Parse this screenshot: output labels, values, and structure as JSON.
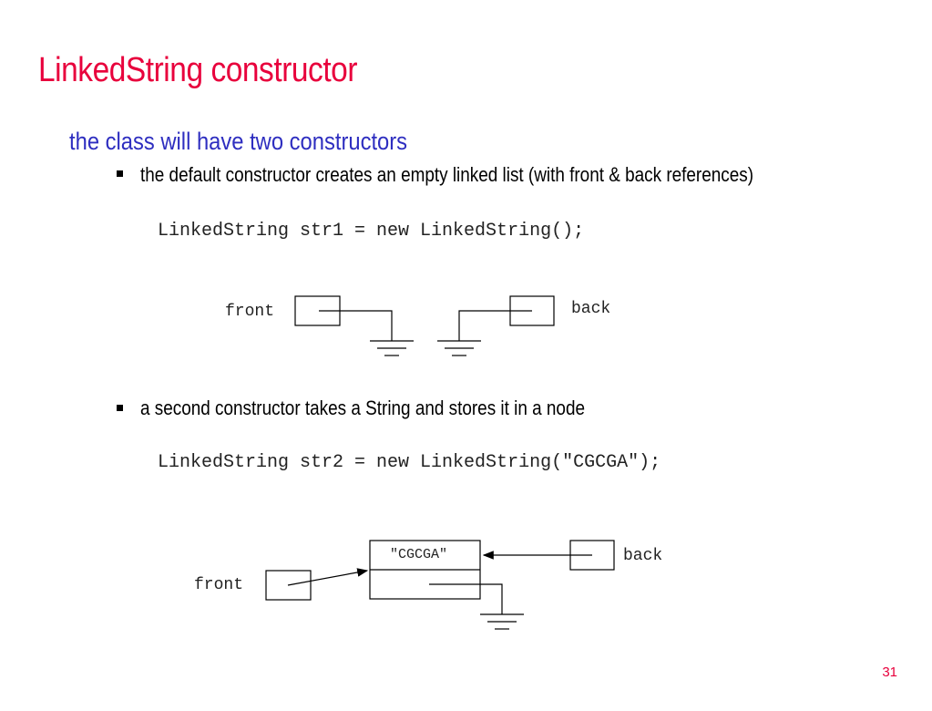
{
  "slide": {
    "title": "LinkedString constructor",
    "subtitle": "the class will have two constructors",
    "bullets": [
      "the default constructor creates an empty linked list (with front & back references)",
      "a second constructor takes a String and stores it in a node"
    ],
    "code": [
      "LinkedString str1 = new LinkedString();",
      "LinkedString str2 = new LinkedString(\"CGCGA\");"
    ],
    "page_number": "31"
  },
  "diagram1": {
    "front_label": "front",
    "back_label": "back"
  },
  "diagram2": {
    "front_label": "front",
    "back_label": "back",
    "node_value": "\"CGCGA\""
  }
}
